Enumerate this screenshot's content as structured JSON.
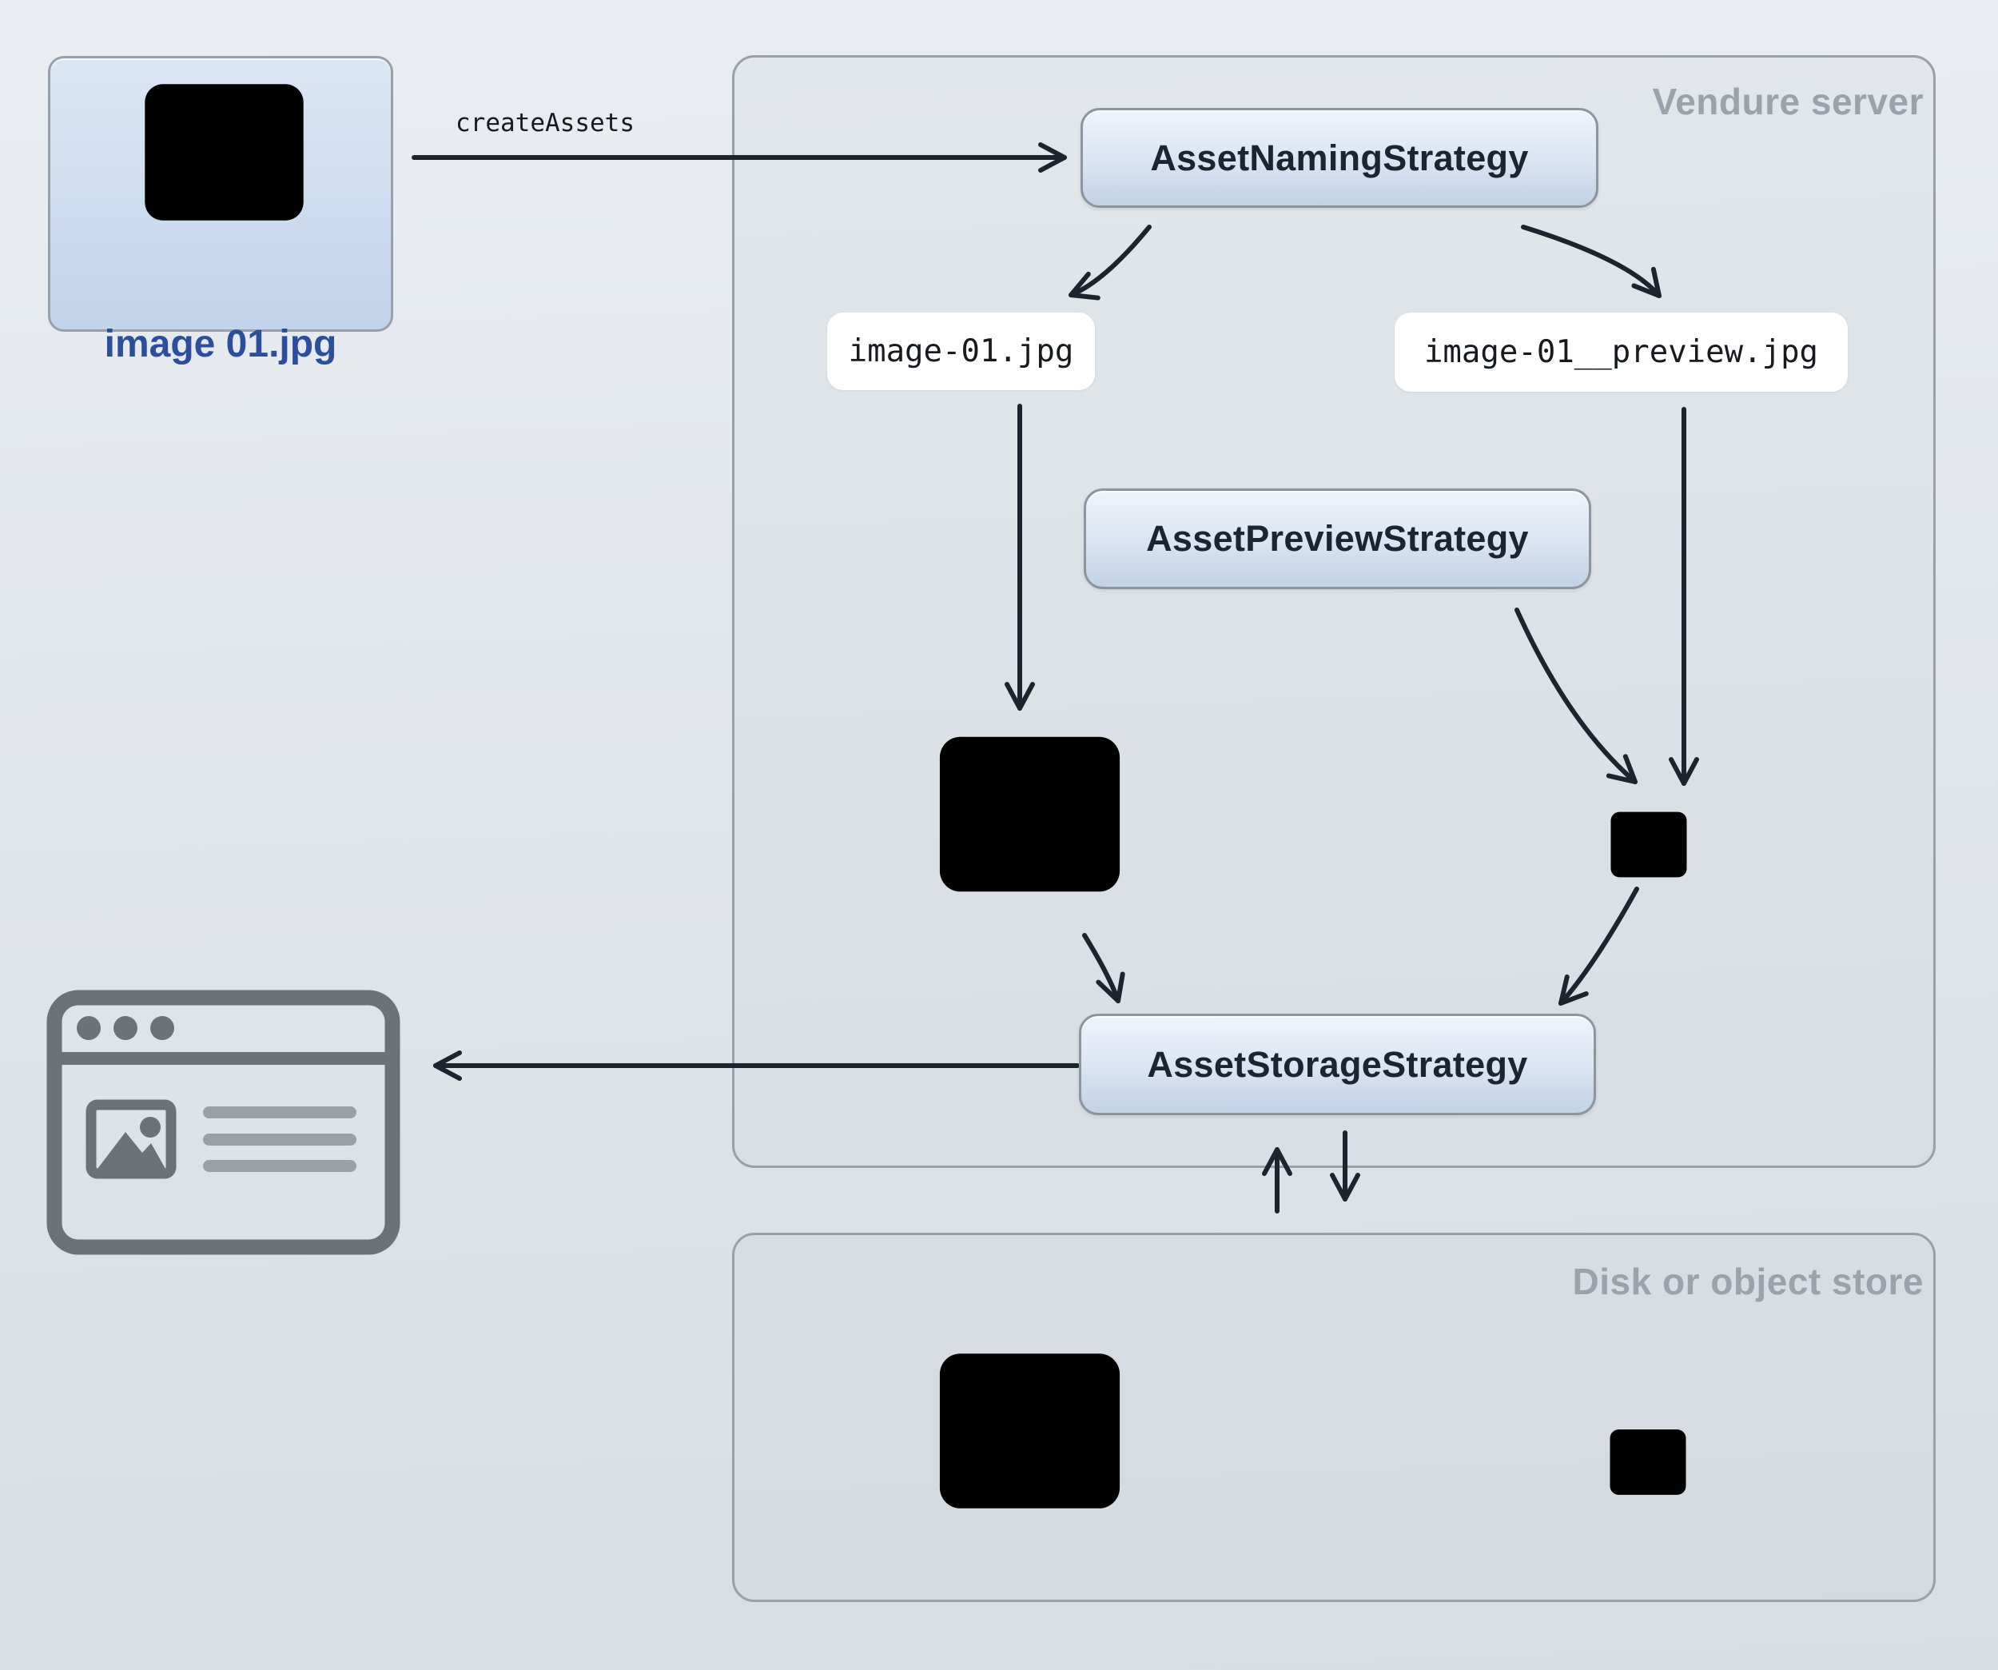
{
  "diagram": {
    "source_file": {
      "label": "image 01.jpg"
    },
    "call_label": "createAssets",
    "vendure_server": {
      "title": "Vendure server",
      "asset_naming_strategy": "AssetNamingStrategy",
      "asset_preview_strategy": "AssetPreviewStrategy",
      "asset_storage_strategy": "AssetStorageStrategy",
      "original_filename": "image-01.jpg",
      "preview_filename": "image-01__preview.jpg"
    },
    "disk_store": {
      "title": "Disk or object store"
    },
    "icons": {
      "source": "image-icon",
      "vendure_original": "image-icon-large",
      "vendure_preview": "image-icon-small",
      "disk_original": "image-icon-large",
      "disk_preview": "image-icon-small",
      "consumer": "browser-window-icon"
    }
  },
  "colors": {
    "bg-top": "#eaeef2",
    "bg-bottom": "#d7dde3",
    "container-border": "#98a1a9",
    "container-title": "#9aa3ab",
    "box-border": "#8d969e",
    "box-text": "#1c2431",
    "box-grad-top": "#f0f4fb",
    "box-grad-bottom": "#c2d2e7",
    "mono-text": "#171b20",
    "arrow": "#1d242e",
    "icon-dark": "#565c63",
    "file-label": "#2b4f9b",
    "browser-gray": "#6c7278"
  }
}
